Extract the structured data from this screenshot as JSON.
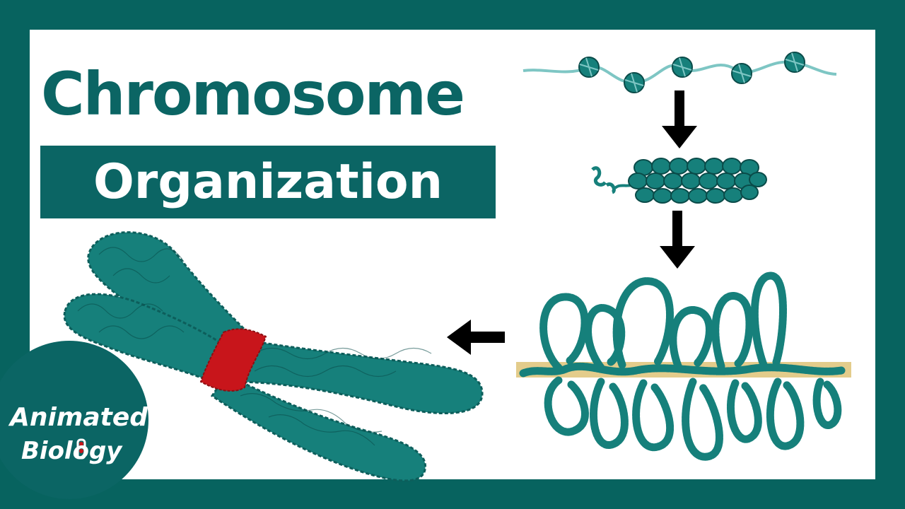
{
  "colors": {
    "frame": "#07635f",
    "accent": "#0b6564",
    "chromatin": "#16807b",
    "dna_strand": "#7ec6c4",
    "centromere": "#c8151b",
    "scaffold": "#e3cc8b",
    "arrow": "#000000",
    "white": "#ffffff"
  },
  "title": "Chromosome",
  "subtitle": "Organization",
  "logo": {
    "line1": "Animated",
    "line2": "Biology",
    "icon": "test-tube-dna-icon"
  },
  "diagram": {
    "stages": [
      {
        "icon": "nucleosome-beads-on-string-icon"
      },
      {
        "icon": "solenoid-30nm-fiber-icon"
      },
      {
        "icon": "looped-domains-on-scaffold-icon"
      },
      {
        "icon": "metaphase-chromosome-icon"
      }
    ],
    "arrows": [
      {
        "direction": "down"
      },
      {
        "direction": "down"
      },
      {
        "direction": "left"
      }
    ]
  }
}
